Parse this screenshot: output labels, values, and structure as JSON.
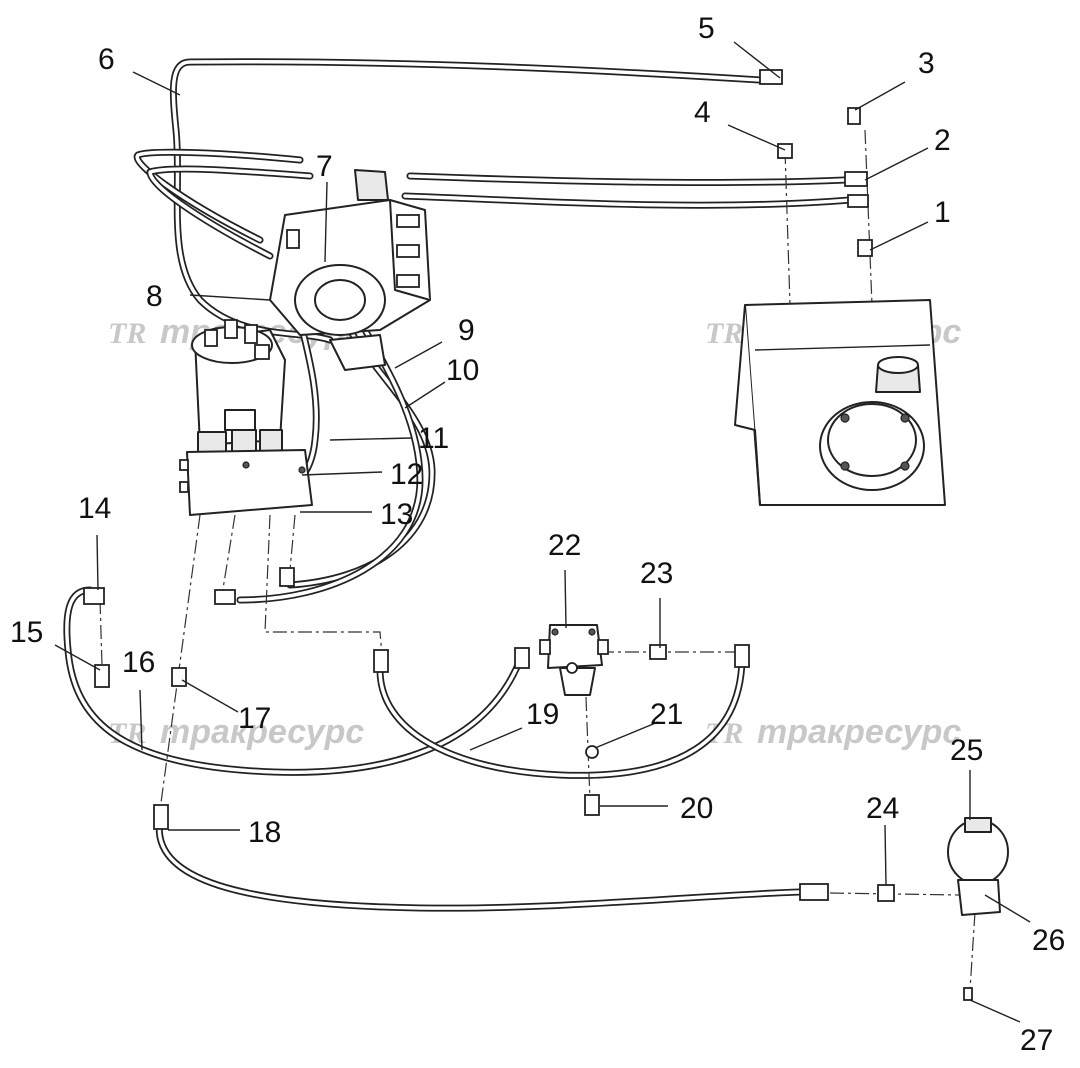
{
  "watermark": {
    "logo": "TR",
    "text": "тракресурс"
  },
  "callouts": [
    "1",
    "2",
    "3",
    "4",
    "5",
    "6",
    "7",
    "8",
    "9",
    "10",
    "11",
    "12",
    "13",
    "14",
    "15",
    "16",
    "17",
    "18",
    "19",
    "20",
    "21",
    "22",
    "23",
    "24",
    "25",
    "26",
    "27"
  ],
  "colors": {
    "line": "#222222",
    "watermark": "#c8c8c8",
    "background": "#ffffff"
  }
}
